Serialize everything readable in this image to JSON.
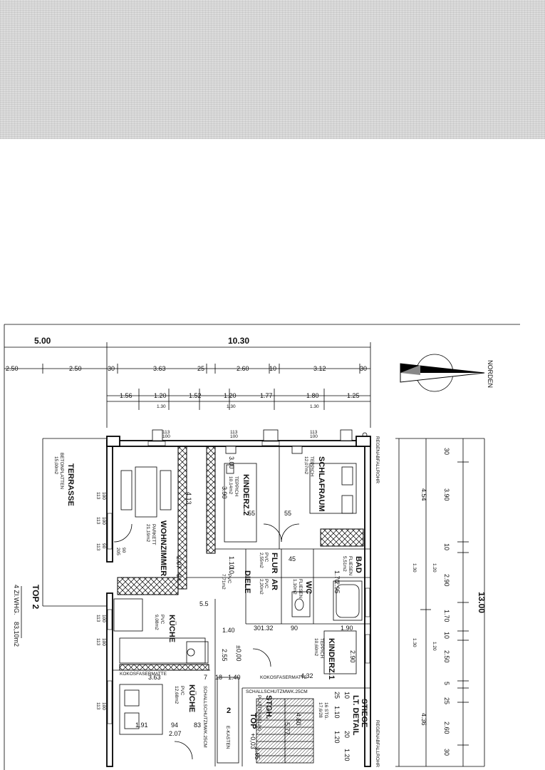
{
  "top_dims": {
    "row1": [
      "5.00",
      "10.30"
    ],
    "row2": [
      "2.50",
      "2.50",
      "30",
      "3.63",
      "25",
      "2.60",
      "10",
      "3.12",
      "30"
    ],
    "row3": [
      "1.56",
      "1.20",
      "1.52",
      "1.20",
      "1.77",
      "1.80",
      "1.25"
    ],
    "row3_sub": [
      "1.30",
      "1.30",
      "1.30"
    ]
  },
  "right_dims": {
    "total": "13.00",
    "outer": [
      "4.54",
      "4.36"
    ],
    "inner": [
      "30",
      "3.90",
      "10",
      "2.90",
      "1.70",
      "10",
      "2.50",
      "5",
      "25",
      "2.60",
      "30"
    ],
    "sub": [
      "1.20",
      "1.20",
      "1.30",
      "1.30"
    ]
  },
  "north": "NORDEN",
  "downpipe_top": "REGENABFALLROHR",
  "downpipe_bottom": "REGENABFALLROHR",
  "terrace": {
    "name": "TERRASSE",
    "material": "BETONPLATTEN",
    "area": "15,00m2"
  },
  "unit": {
    "name": "TOP 2",
    "type": "4 ZI.WHG.",
    "area": "83,10m2"
  },
  "rooms": [
    {
      "name": "WOHNZIMMER",
      "floor": "PARKETT",
      "area": "21,19m2"
    },
    {
      "name": "KINDERZ.2",
      "floor": "TEPPICH",
      "area": "10,14m2"
    },
    {
      "name": "SCHLAFRAUM",
      "floor": "TEPPICH",
      "area": "12,07m2"
    },
    {
      "name": "FLUR",
      "floor": "PVC",
      "area": "2,55m2"
    },
    {
      "name": "DIELE",
      "floor": "PVC",
      "area": "7,71m2"
    },
    {
      "name": "AR",
      "floor": "PVC",
      "area": "2,20m2"
    },
    {
      "name": "WC",
      "floor": "FLIESEN",
      "area": "1,10m2"
    },
    {
      "name": "BAD",
      "floor": "FLIESEN",
      "area": "5,51m2"
    },
    {
      "name": "KÜCHE",
      "floor": "PVC",
      "area": "9,08m2"
    },
    {
      "name": "KINDERZ.1",
      "floor": "TEPPICH",
      "area": "10,60m2"
    },
    {
      "name": "KÜCHE",
      "floor": "PVC",
      "area": "12,68m2"
    }
  ],
  "labels": {
    "schall1": "SCHALLSCHUTZMWK.25CM",
    "schall2": "SCHALLSCHUTZMWK.25CM",
    "kokos1": "KOKOSFASERMATTE",
    "kokos2": "KOKOSFASERMATTE",
    "stgh": "STGH.",
    "plattenbelag": "PLATTENBELAG",
    "top": "TOP",
    "num2": "2",
    "stiege": "STIEGE",
    "stiege_detail": "LT. DETAIL",
    "stg": "16 STG.",
    "stg_ratio": "17,6/28",
    "level1": "±0,00",
    "level2": "+0,03",
    "ekasten": "E-KASTEN"
  },
  "plan_dims": [
    "4.13",
    "3.90",
    "55",
    "55",
    "2.07",
    "94",
    "1.10",
    "45",
    "10",
    "1.40",
    "30",
    "1.32",
    "90",
    "1.90",
    "2.90",
    "4.32",
    "3.63",
    "2.55",
    "1.40",
    "18",
    "4.60",
    "5.77",
    "1.91",
    "94",
    "83",
    "2.07",
    "2.65",
    "1.20",
    "20",
    "25",
    "1.10",
    "10",
    "1.20",
    "3.00",
    "7",
    "5.5",
    "1.70",
    "2.95"
  ],
  "window_dims": [
    "100",
    "113",
    "100",
    "113",
    "100",
    "113",
    "100",
    "113",
    "100",
    "113",
    "90",
    "113",
    "90",
    "205",
    "100",
    "113",
    "100",
    "113",
    "100",
    "113"
  ]
}
